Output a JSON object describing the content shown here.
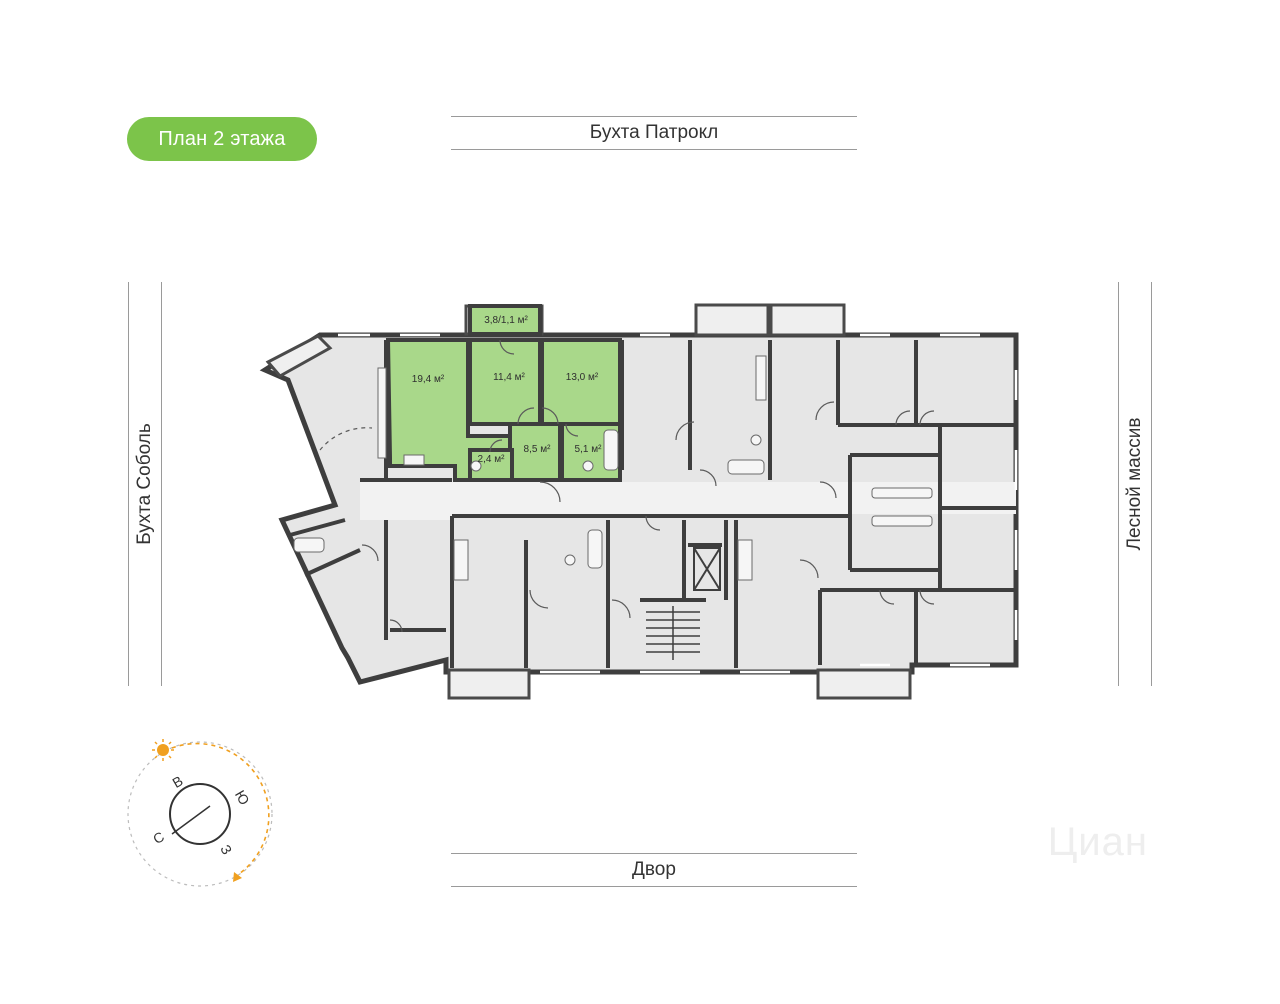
{
  "floor_badge": {
    "label": "План 2 этажа",
    "color": "#7cc44a"
  },
  "directions": {
    "north": "Бухта Патрокл",
    "south": "Двор",
    "west": "Бухта Соболь",
    "east": "Лесной массив"
  },
  "apartment": {
    "highlight_color": "#a9d88a",
    "rooms": [
      {
        "id": "balcony",
        "label": "3,8/1,1 м²"
      },
      {
        "id": "living",
        "label": "19,4 м²"
      },
      {
        "id": "bedroom1",
        "label": "11,4 м²"
      },
      {
        "id": "bedroom2",
        "label": "13,0 м²"
      },
      {
        "id": "hall",
        "label": "8,5 м²"
      },
      {
        "id": "wc",
        "label": "2,4 м²"
      },
      {
        "id": "bath",
        "label": "5,1 м²"
      }
    ]
  },
  "compass": {
    "n": "С",
    "e": "В",
    "s": "Ю",
    "w": "З",
    "sun_color": "#f0a020"
  },
  "watermark": "Циан",
  "colors": {
    "unit_fill": "#e6e6e6",
    "wall": "#3e3e3e",
    "corridor": "#f0f0f0"
  }
}
